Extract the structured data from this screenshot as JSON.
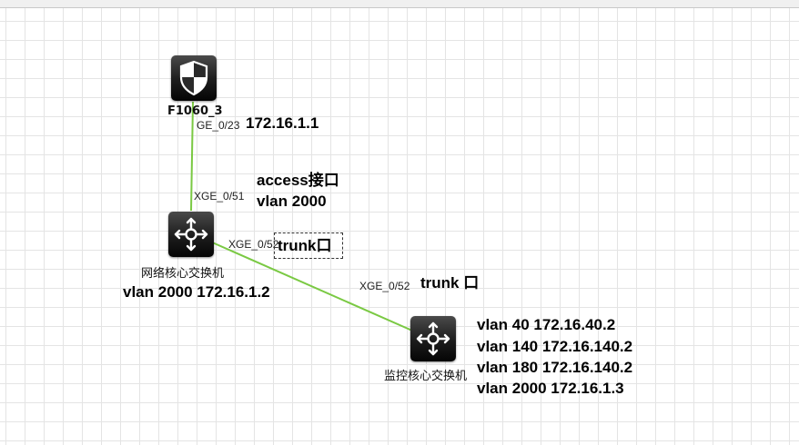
{
  "diagram": {
    "link_color": "#7ac943",
    "nodes": {
      "firewall": {
        "name": "F1060_3",
        "icon": "shield-icon",
        "port": "GE_0/23",
        "ip": "172.16.1.1"
      },
      "core_switch": {
        "name": "网络核心交换机",
        "icon": "switch-arrows-icon",
        "port_up": "XGE_0/51",
        "port_down": "XGE_0/52",
        "vlan_ip": "vlan 2000 172.16.1.2"
      },
      "monitor_switch": {
        "name": "监控核心交换机",
        "icon": "switch-arrows-icon",
        "port": "XGE_0/52",
        "vlans": [
          "vlan 40 172.16.40.2",
          "vlan 140 172.16.140.2",
          "vlan 180 172.16.140.2",
          "vlan 2000 172.16.1.3"
        ]
      }
    },
    "annotations": {
      "access_line1": "access接口",
      "access_line2": "vlan 2000",
      "trunk_core": "trunk口",
      "trunk_monitor": "trunk 口"
    }
  }
}
